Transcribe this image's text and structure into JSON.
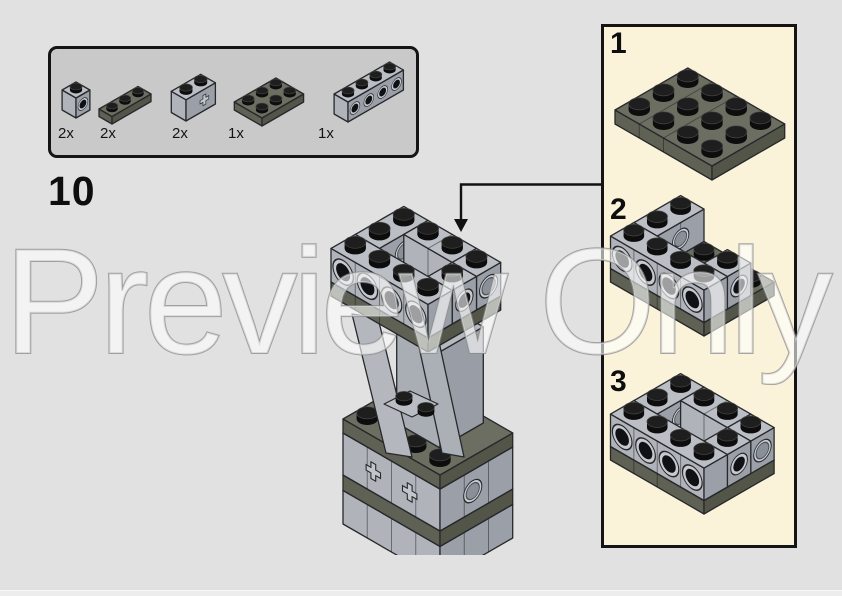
{
  "page": {
    "watermark": "Preview Only",
    "step_number": "10",
    "background_color": "#e1e1e1"
  },
  "parts_box": {
    "background_color": "#c9c9c9",
    "parts": [
      {
        "name": "brick-1x1-with-technic-hole",
        "color_hex": "#b0b4ba",
        "count": "2x"
      },
      {
        "name": "plate-1x3-dark-gray",
        "color_hex": "#5e6153",
        "count": "2x"
      },
      {
        "name": "brick-1x2-technic-axle-hole",
        "color_hex": "#b0b4ba",
        "count": "2x"
      },
      {
        "name": "plate-2x3-dark-gray",
        "color_hex": "#5e6153",
        "count": "1x"
      },
      {
        "name": "brick-1x4-with-technic-holes",
        "color_hex": "#b0b4ba",
        "count": "1x"
      }
    ]
  },
  "callout": {
    "background_color": "#fbf3d9",
    "steps": [
      {
        "label": "1",
        "illustration": "dark-gray-4x3-base-plate"
      },
      {
        "label": "2",
        "illustration": "plate-with-technic-bricks-partial"
      },
      {
        "label": "3",
        "illustration": "completed-sub-assembly"
      }
    ]
  },
  "colors": {
    "brick_light": "#b0b4ba",
    "plate_dark": "#5e6153",
    "stud_black": "#0d0d0d",
    "outline": "#26282b",
    "panel_cream": "#fbf3d9"
  }
}
